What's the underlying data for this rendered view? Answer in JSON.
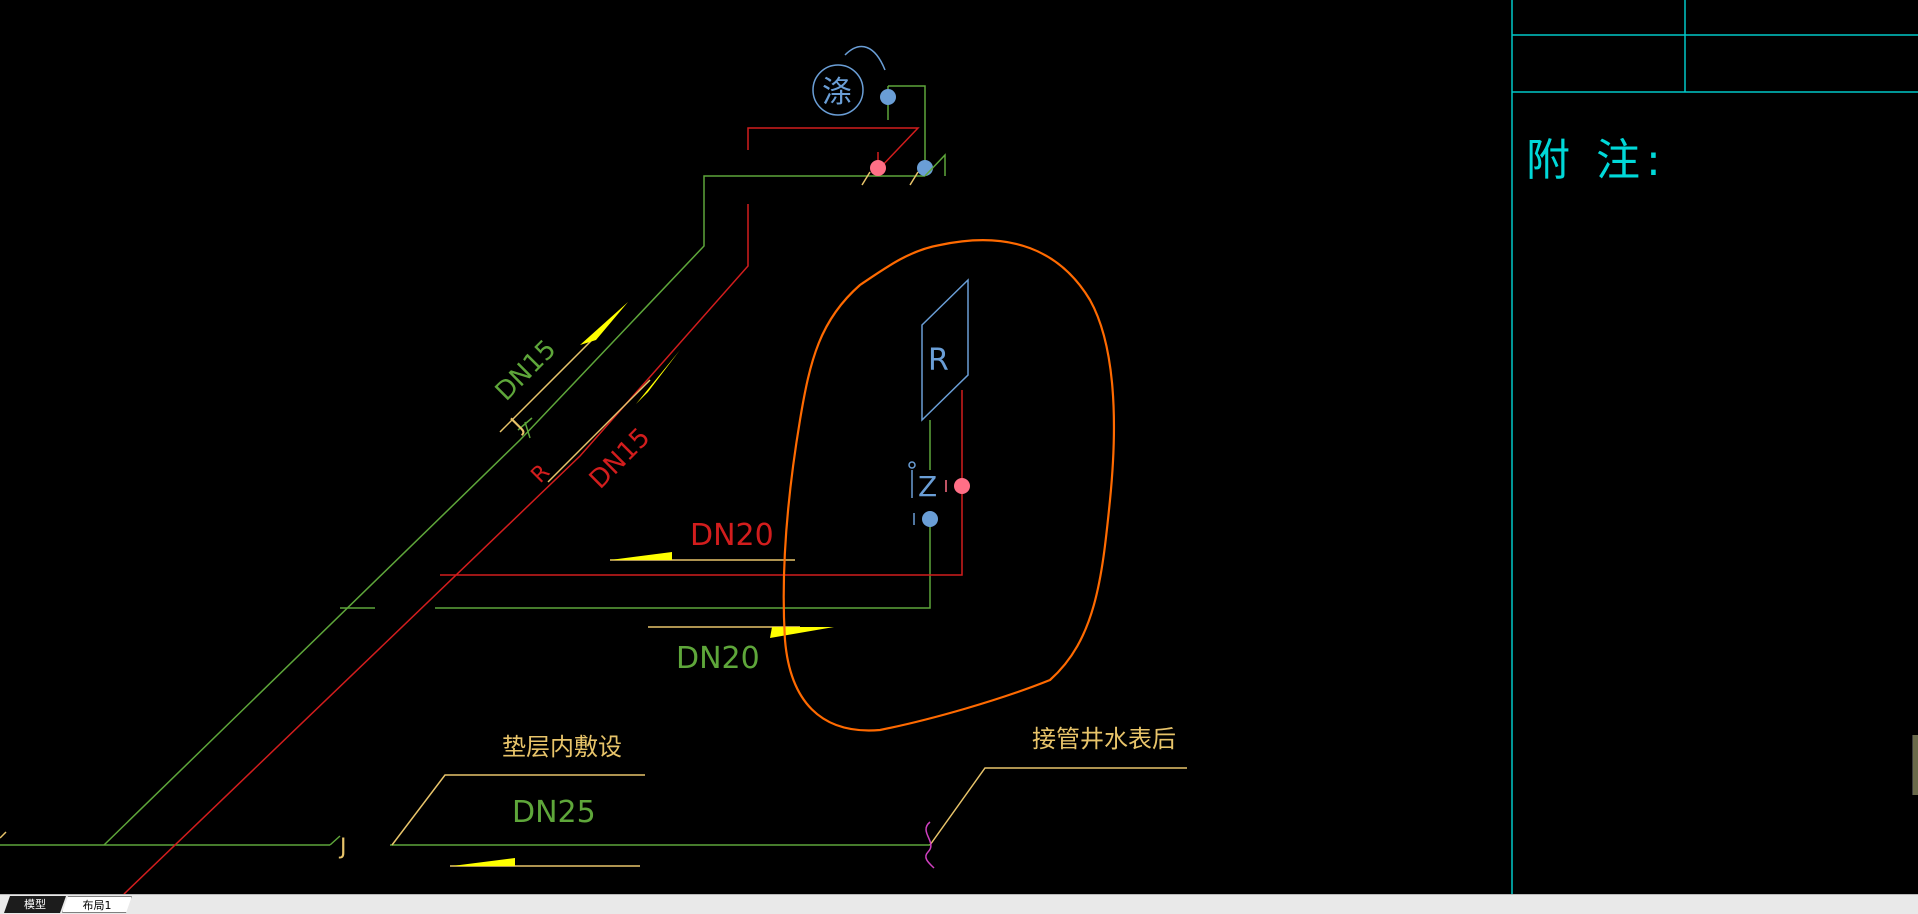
{
  "drawing": {
    "pipe_labels": {
      "cold_dn15": "DN15",
      "hot_dn15": "DN15",
      "hot_dn20": "DN20",
      "cold_dn20": "DN20",
      "cold_dn25": "DN25"
    },
    "riser_labels": {
      "cold_riser": "J",
      "hot_riser": "R",
      "bottom_j": "J"
    },
    "fixture_labels": {
      "washer_symbol": "涤",
      "water_heater": "R",
      "valve_z": "Z"
    },
    "notes": {
      "floor_layer": "垫层内敷设",
      "meter_connection": "接管井水表后"
    },
    "title_block": {
      "remarks_label": "附 注:"
    },
    "colors": {
      "cold_pipe": "#5ea63a",
      "hot_pipe": "#d21d1d",
      "cloud_markup": "#ff6a00",
      "frame": "#00c8c8",
      "flow_arrow": "#ffff00",
      "cold_fitting": "#6a9ed6",
      "hot_fitting": "#ff6f86",
      "annotation_text": "#e8c46a"
    }
  },
  "layout_tabs": [
    {
      "label": "模型",
      "active": true
    },
    {
      "label": "布局1",
      "active": false
    }
  ]
}
